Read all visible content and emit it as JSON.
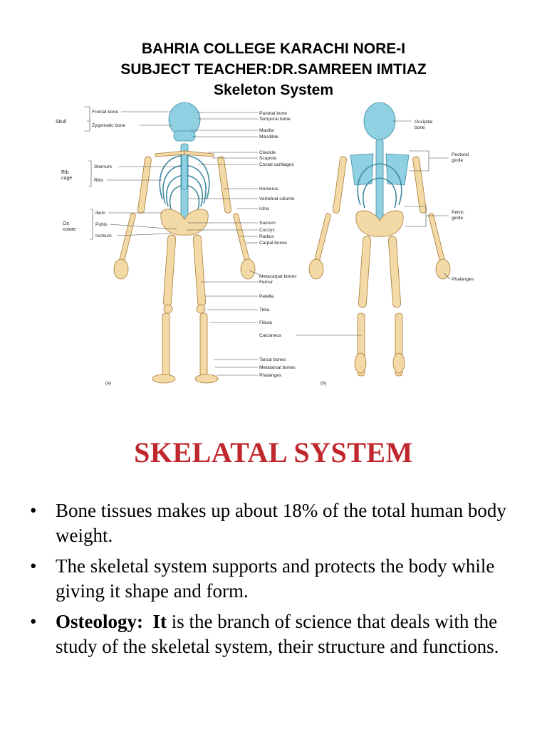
{
  "header": {
    "line1": "BAHRIA COLLEGE KARACHI NORE-I",
    "line2": "SUBJECT TEACHER:DR.SAMREEN IMTIAZ",
    "line3": "Skeleton System"
  },
  "figure": {
    "labels_left": {
      "skull": "Skull",
      "frontal_bone": "Frontal bone",
      "zygomatic_bone": "Zygomatic bone",
      "rib": "Rib",
      "cage": "cage",
      "sternum": "Sternum",
      "ribs": "Ribs",
      "os": "Os",
      "coxae": "coxae",
      "ilium": "Ilium",
      "pubis": "Pubis",
      "ischium": "Ischium"
    },
    "labels_center": {
      "parietal_bone": "Parietal bone",
      "temporal_bone": "Temporal bone",
      "maxilla": "Maxilla",
      "mandible": "Mandible",
      "clavicle": "Clavicle",
      "scapula": "Scapula",
      "costal_cartilages": "Costal cartilages",
      "humerus": "Humerus",
      "vertebral_column": "Vertebral column",
      "ulna": "Ulna",
      "sacrum": "Sacrum",
      "coccyx": "Coccyx",
      "radius": "Radius",
      "carpal_bones": "Carpal bones",
      "metacarpal_bones": "Metacarpal bones",
      "femur": "Femur",
      "patella": "Patella",
      "tibia": "Tibia",
      "fibula": "Fibula",
      "calcaneus": "Calcaneus",
      "tarsal_bones": "Tarsal bones",
      "metatarsal_bones": "Metatarsal bones",
      "phalanges": "Phalanges"
    },
    "labels_right": {
      "occipital": "Occipital",
      "bone": "bone",
      "pectoral": "Pectoral",
      "pectoral_girdle": "girdle",
      "pelvic": "Pelvic",
      "pelvic_girdle": "girdle",
      "phalanges": "Phalanges"
    },
    "caption_a": "(a)",
    "caption_b": "(b)",
    "colors": {
      "axial": "#8fd0e3",
      "appendicular": "#f2d9a5"
    }
  },
  "slide": {
    "title": "SKELATAL SYSTEM",
    "title_color": "#c0272d",
    "bullet1": "Bone tissues makes up about 18% of the total human body weight.",
    "bullet2": "The skeletal system supports and protects the body while giving it shape and form.",
    "bullet3_term": "Osteology:",
    "bullet3_bold_word": "It",
    "bullet3_rest": " is the branch of science that deals with the study  of the skeletal system, their structure and functions."
  }
}
